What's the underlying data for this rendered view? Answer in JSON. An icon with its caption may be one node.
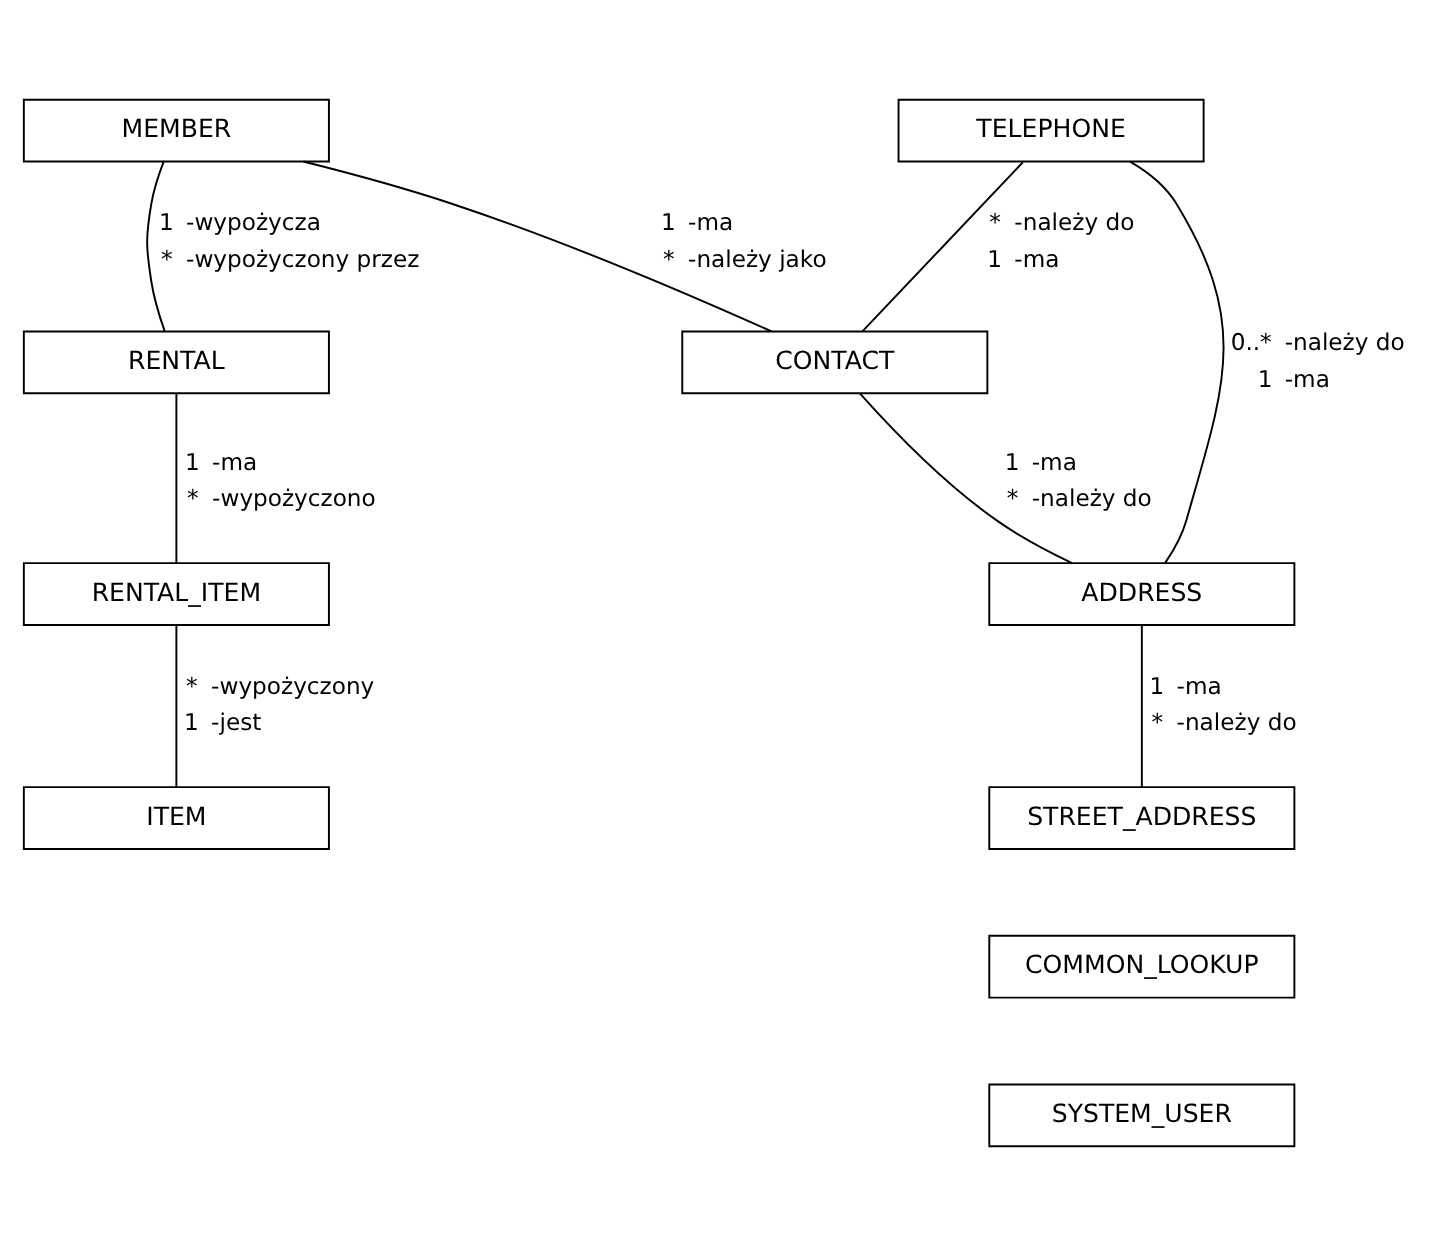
{
  "diagram": {
    "nodes": [
      {
        "text": [
          "MEMBER"
        ]
      },
      {
        "text": [
          "RENTAL"
        ]
      },
      {
        "text": [
          "RENTAL_ITEM"
        ]
      },
      {
        "text": [
          "ITEM"
        ]
      },
      {
        "text": [
          "TELEPHONE"
        ]
      },
      {
        "text": [
          "CONTACT"
        ]
      },
      {
        "text": [
          "ADDRESS"
        ]
      },
      {
        "text": [
          "STREET_ADDRESS"
        ]
      },
      {
        "text": [
          "COMMON_LOOKUP"
        ]
      },
      {
        "text": [
          "SYSTEM_USER"
        ]
      }
    ],
    "edges": [
      {
        "from": 0,
        "to": 1,
        "arrow": "none"
      },
      {
        "from": 0,
        "to": 5,
        "arrow": "none"
      },
      {
        "from": 4,
        "to": 5,
        "arrow": "none"
      },
      {
        "from": 4,
        "to": 6,
        "arrow": "none"
      },
      {
        "from": 5,
        "to": 6,
        "arrow": "none"
      },
      {
        "from": 1,
        "to": 2,
        "arrow": "none"
      },
      {
        "from": 6,
        "to": 7,
        "arrow": "none"
      },
      {
        "from": 2,
        "to": 3,
        "arrow": "none"
      }
    ],
    "labels": [
      "1",
      "-wypożycza",
      "*",
      "-wypożyczony przez",
      "1",
      "-ma",
      "*",
      "-należy jako",
      "*",
      "-należy do",
      "1",
      "-ma",
      "0..*",
      "-należy do",
      "1",
      "-ma",
      "1",
      "-ma",
      "*",
      "-należy do",
      "1",
      "-ma",
      "*",
      "-wypożyczono",
      "1",
      "-ma",
      "*",
      "-należy do",
      "*",
      "-wypożyczony",
      "1",
      "-jest"
    ]
  }
}
